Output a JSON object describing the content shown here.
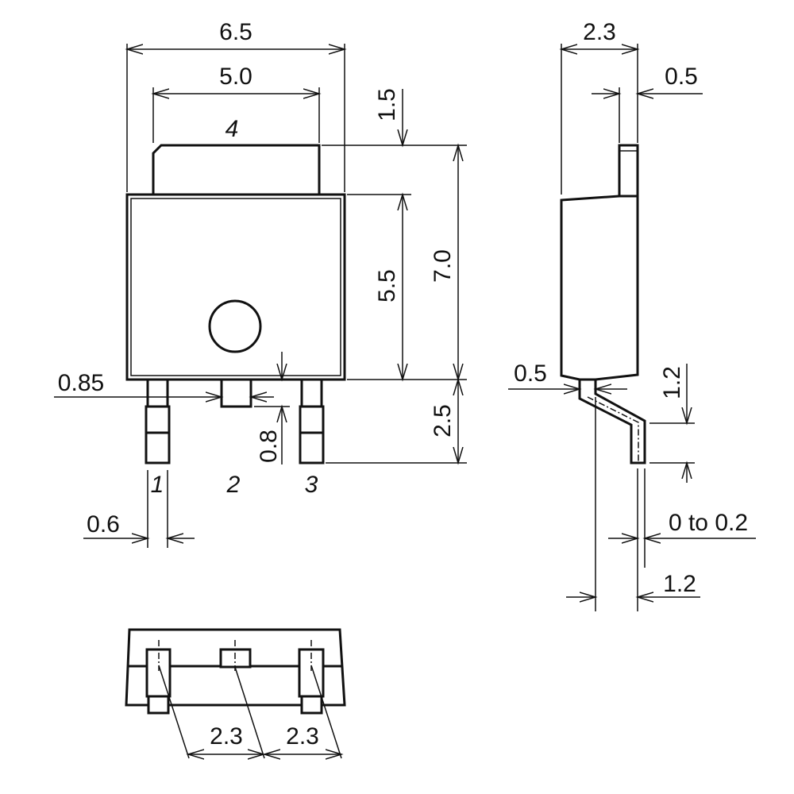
{
  "front_view": {
    "dims": {
      "overall_width": "6.5",
      "tab_width": "5.0",
      "tab_height": "1.5",
      "body_height": "5.5",
      "total_height": "7.0",
      "lead_length": "2.5",
      "center_stub": "0.85",
      "stub_length": "0.8",
      "lead_width": "0.6"
    },
    "pins": [
      "1",
      "2",
      "3",
      "4"
    ]
  },
  "side_view": {
    "dims": {
      "thickness": "2.3",
      "tab_thickness": "0.5",
      "lead_thickness": "0.5",
      "foot_height": "1.2",
      "standoff": "0 to 0.2",
      "foot_offset": "1.2"
    }
  },
  "bottom_view": {
    "dims": {
      "pitch_left": "2.3",
      "pitch_right": "2.3"
    }
  }
}
